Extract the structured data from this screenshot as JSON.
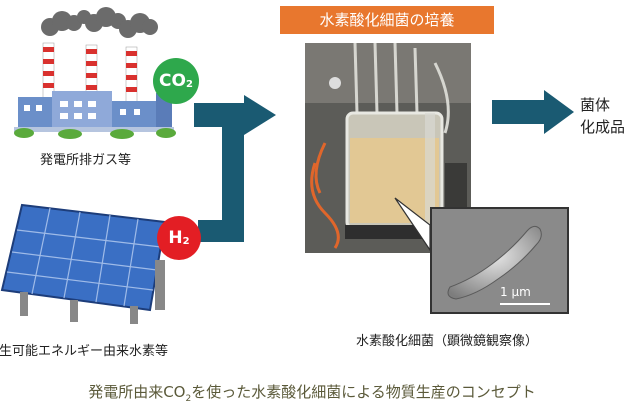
{
  "culture_title": "水素酸化細菌の培養",
  "sources": {
    "factory_label": "発電所排ガス等",
    "co2_label": "CO",
    "co2_sub": "2",
    "solar_label": "再生可能エネルギー由来水素等",
    "h2_label": "H",
    "h2_sub": "2"
  },
  "products": {
    "line1": "菌体",
    "line2": "化成品"
  },
  "micrograph": {
    "scale_label": "1 μm",
    "caption": "水素酸化細菌（顕微鏡観察像）"
  },
  "footer": {
    "caption_pre": "発電所由来CO",
    "caption_sub": "2",
    "caption_post": "を使った水素酸化細菌による物質生産のコンセプト"
  },
  "colors": {
    "arrow": "#1a5a72",
    "culture_title_bg": "#e8772e",
    "co2_badge": "#2ea84c",
    "h2_badge": "#e31e24",
    "caption_text": "#5b5a3a"
  }
}
